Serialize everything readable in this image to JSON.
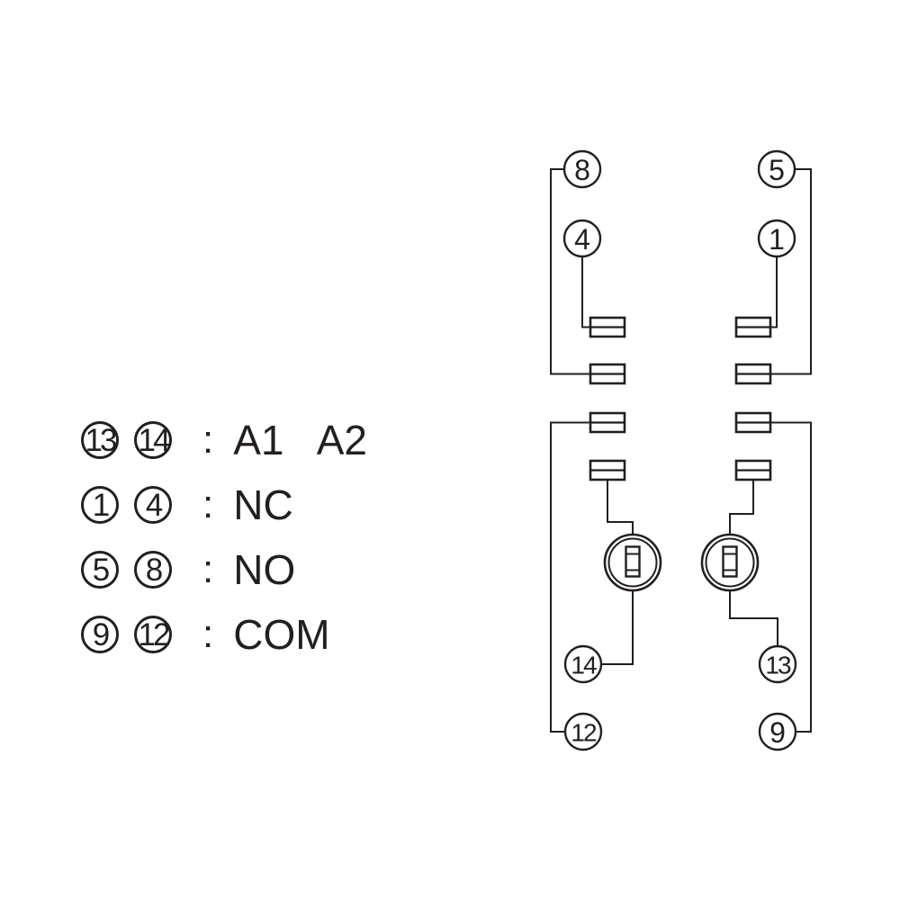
{
  "colors": {
    "ink": "#231f20",
    "background": "#ffffff"
  },
  "legend": {
    "rows": [
      {
        "pin_a": "13",
        "pin_b": "14",
        "separator": ":",
        "label": "A1 A2"
      },
      {
        "pin_a": "1",
        "pin_b": "4",
        "separator": ":",
        "label": "NC"
      },
      {
        "pin_a": "5",
        "pin_b": "8",
        "separator": ":",
        "label": "NO"
      },
      {
        "pin_a": "9",
        "pin_b": "12",
        "separator": ":",
        "label": "COM"
      }
    ]
  },
  "schematic": {
    "top_left": {
      "outer_pin": "8",
      "inner_pin": "4"
    },
    "top_right": {
      "outer_pin": "5",
      "inner_pin": "1"
    },
    "bottom_left": {
      "coil_pin": "14",
      "rail_pin": "12"
    },
    "bottom_right": {
      "coil_pin": "13",
      "rail_pin": "9"
    }
  }
}
